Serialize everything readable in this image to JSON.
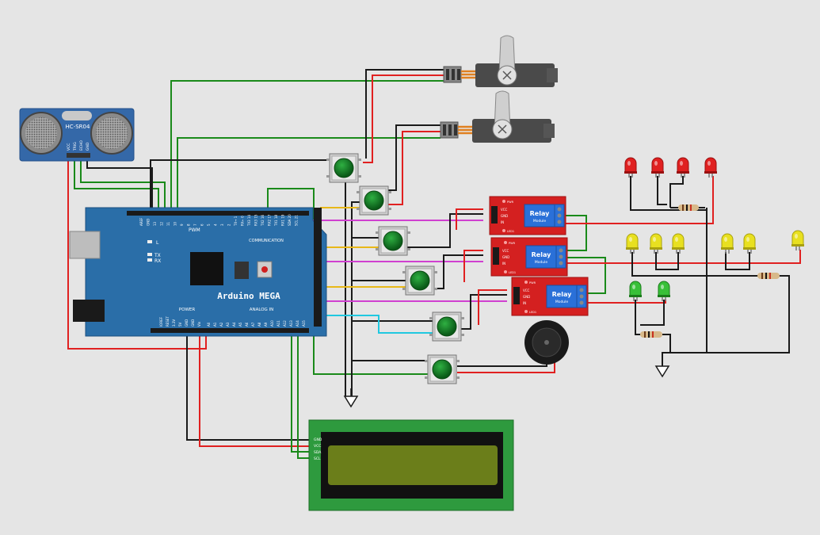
{
  "sensor": {
    "label": "HC-SR04",
    "pins": [
      "VCC",
      "TRIG",
      "ECHO",
      "GND"
    ]
  },
  "arduino": {
    "name": "Arduino MEGA",
    "header_pwm": "PWM",
    "header_comm": "COMMUNICATION",
    "header_power": "POWER",
    "header_analog": "ANALOG IN",
    "led_l": "L",
    "led_tx": "TX",
    "led_rx": "RX",
    "top_pins": [
      "AREF",
      "GND",
      "13",
      "12",
      "11",
      "10",
      "9",
      "8",
      "7",
      "6",
      "5",
      "4",
      "3",
      "2",
      "TX→ 1",
      "RX← 0",
      "TX3 14",
      "RX3 15",
      "TX2 16",
      "RX2 17",
      "TX1 18",
      "RX1 19",
      "SDA 20",
      "SCL 21"
    ],
    "power_pins": [
      "IOREF",
      "RESET",
      "3.3V",
      "5V",
      "GND",
      "GND",
      "Vin"
    ],
    "analog_pins": [
      "A0",
      "A1",
      "A2",
      "A3",
      "A4",
      "A5",
      "A6",
      "A7",
      "A8",
      "A9",
      "A10",
      "A11",
      "A12",
      "A13",
      "A14",
      "A15"
    ]
  },
  "relay": {
    "title": "Relay",
    "subtitle": "Module",
    "pins": [
      "VCC",
      "GND",
      "IN"
    ],
    "led_pwr": "PWR",
    "led_in": "LED1"
  },
  "lcd": {
    "pins": [
      "GND",
      "VCC",
      "SDA",
      "SCL"
    ]
  },
  "colors": {
    "wire_black": "#1a1a1a",
    "wire_red": "#e02020",
    "wire_green": "#1a8a1a",
    "wire_magenta": "#d040d0",
    "wire_yellow": "#e8b818",
    "wire_cyan": "#20c8e0",
    "board_blue": "#2a6ea8",
    "relay_red": "#d42020",
    "lcd_green": "#2e9a3e",
    "lcd_screen": "#6b7e1a"
  }
}
